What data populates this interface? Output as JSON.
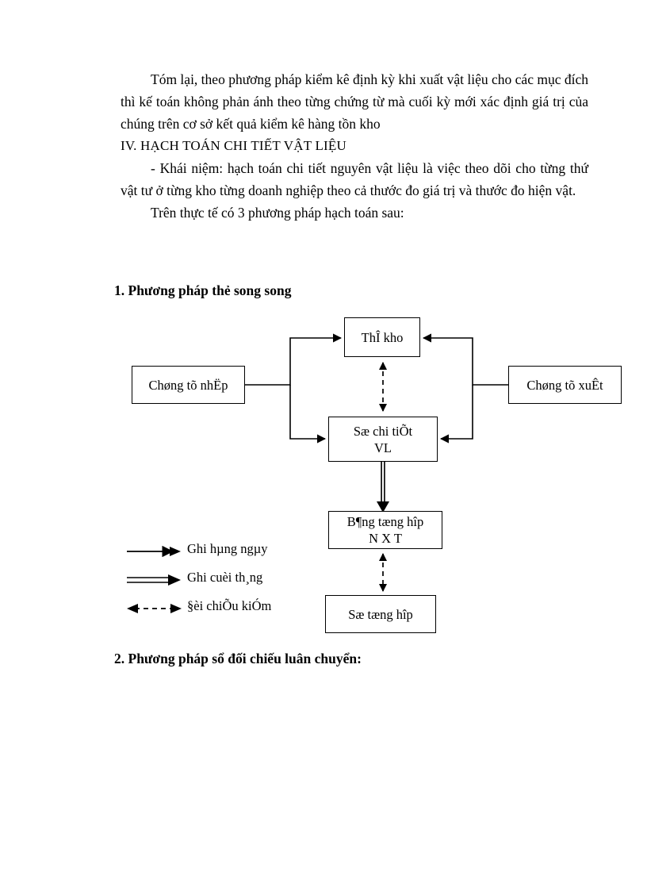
{
  "document": {
    "paragraphs": [
      "Tóm lại, theo phương pháp kiểm kê định kỳ khi xuất vật liệu cho các mục đích thì kế toán không phản ánh theo từng chứng từ mà cuối kỳ mới xác định giá trị của chúng trên cơ sở kết quả kiểm kê hàng tồn kho",
      "- Khái niệm: hạch toán chi tiết nguyên vật liệu là việc theo dõi cho từng thứ vật tư ở từng kho từng doanh nghiệp theo cả thước đo giá trị và thước đo hiện vật.",
      "Trên thực tế có 3 phương pháp hạch toán sau:"
    ],
    "section_caps_heading": "IV. HẠCH TOÁN CHI TIẾT VẬT LIỆU",
    "heading_1": "1. Phương pháp thẻ song song",
    "heading_2": "2. Phương pháp sổ đối chiếu luân chuyển:"
  },
  "diagram": {
    "title": "Phương pháp thẻ song song",
    "nodes": [
      {
        "id": "the-kho",
        "label": "ThÎ kho"
      },
      {
        "id": "ct-nhap",
        "label": "Chøng tõ nhËp"
      },
      {
        "id": "ct-xuat",
        "label": "Chøng tõ xuÊt"
      },
      {
        "id": "so-chi-tiet",
        "label_line1": "Sæ chi tiÕt",
        "label_line2": "VL"
      },
      {
        "id": "bang-th",
        "label_line1": "B¶ng tæng hîp",
        "label_line2": "N X T"
      },
      {
        "id": "so-tong-hop",
        "label": "Sæ tæng hîp"
      }
    ],
    "edges": [
      {
        "from": "ct-nhap",
        "to": "the-kho",
        "style": "solid"
      },
      {
        "from": "ct-nhap",
        "to": "so-chi-tiet",
        "style": "solid"
      },
      {
        "from": "ct-xuat",
        "to": "the-kho",
        "style": "solid"
      },
      {
        "from": "ct-xuat",
        "to": "so-chi-tiet",
        "style": "solid"
      },
      {
        "from": "the-kho",
        "to": "so-chi-tiet",
        "style": "dashed-double-arrow"
      },
      {
        "from": "so-chi-tiet",
        "to": "bang-th",
        "style": "double-line"
      },
      {
        "from": "bang-th",
        "to": "so-tong-hop",
        "style": "dashed-double-arrow"
      }
    ],
    "legend": [
      {
        "style": "solid",
        "label": "Ghi hµng ngµy"
      },
      {
        "style": "double-line",
        "label": "Ghi cuèi th¸ng"
      },
      {
        "style": "dashed-double",
        "label": "§èi chiÕu kiÓm"
      }
    ]
  },
  "colors": {
    "ink": "#000000",
    "page": "#ffffff"
  }
}
